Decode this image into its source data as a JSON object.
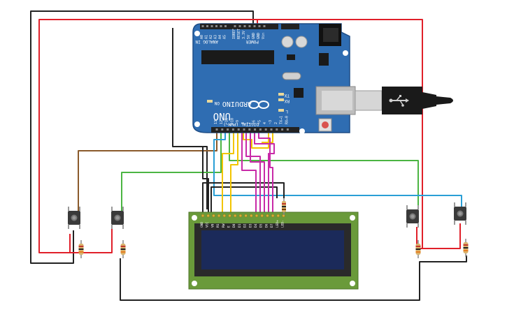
{
  "board": {
    "brand": "ARDUINO",
    "model": "UNO",
    "on_label": "ON",
    "tx_label": "TX",
    "rx_label": "RX",
    "l_label": "L",
    "digital_label": "DIGITAL (PWM~)",
    "power_label": "POWER",
    "analog_label": "ANALOG IN",
    "aref_label": "AREF",
    "gnd_label": "GND",
    "ioref_label": "IOREF",
    "reset_label": "RESET",
    "analog_pins": [
      "A0",
      "A1",
      "A2",
      "A3",
      "A4",
      "A5"
    ],
    "power_pins": [
      "IOREF",
      "RESET",
      "3.3V",
      "5V",
      "GND",
      "GND",
      "Vin"
    ],
    "digital_pins": [
      "13",
      "12",
      "~11",
      "~10",
      "~9",
      "8",
      "7",
      "~6",
      "~5",
      "4",
      "~3",
      "2",
      "TX→1",
      "RX←0"
    ]
  },
  "lcd": {
    "pin_labels": [
      "GND",
      "VCC",
      "V0",
      "RS",
      "RW",
      "E",
      "D0",
      "D1",
      "D2",
      "D3",
      "D4",
      "D5",
      "D6",
      "D7",
      "LED+",
      "LED-"
    ]
  },
  "colors": {
    "board": "#2f6db2",
    "wire_red": "#e0202a",
    "wire_black": "#222222",
    "wire_green": "#4bb543",
    "wire_blue": "#2a9fd6",
    "wire_yellow": "#f2c500",
    "wire_magenta": "#c82aa8",
    "wire_brown": "#8a5a2b",
    "lcd_pcb": "#6a9a3a",
    "lcd_screen": "#1b2a5a"
  },
  "icons": {
    "usb": "usb-icon"
  }
}
